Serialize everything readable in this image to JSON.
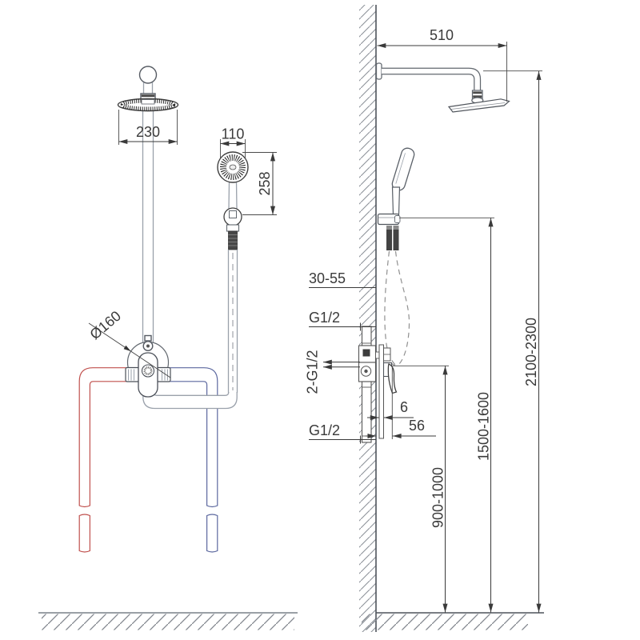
{
  "front_view": {
    "head_diameter": "230",
    "hand_diameter": "110",
    "hand_length": "258",
    "valve_plate_diameter": "Ø160"
  },
  "side_view": {
    "arm_reach": "510",
    "embed_depth": "30-55",
    "thread_top": "G1/2",
    "thread_inlets": "2-G1/2",
    "thread_bottom": "G1/2",
    "plate_thickness": "6",
    "body_projection": "56",
    "valve_height": "900-1000",
    "holder_height": "1500-1600",
    "head_height": "2100-2300"
  },
  "colors": {
    "hot": "#c0504d",
    "cold": "#5c689f",
    "fixture": "#9aa1ab",
    "line": "#3a3a3a"
  }
}
